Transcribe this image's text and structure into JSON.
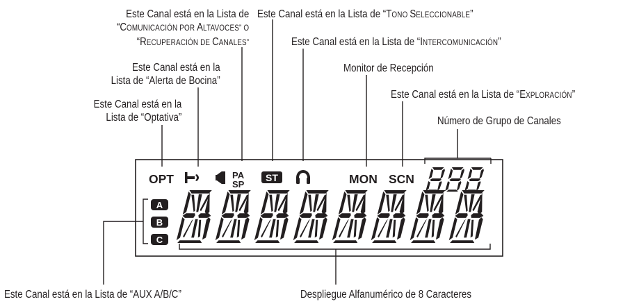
{
  "callouts": {
    "comunicacion": {
      "line1": "Este Canal está en la Lista de",
      "line2a": "“C",
      "line2b": "omunicación por ",
      "line2c": "A",
      "line2d": "ltavoces” o",
      "line3a": "“R",
      "line3b": "ecuperación de ",
      "line3c": "C",
      "line3d": "anales”"
    },
    "tono": {
      "prefix": "Este Canal está en la Lista de “T",
      "sc1": "ono ",
      "mid": "S",
      "sc2": "eleccionable",
      "suffix": "”"
    },
    "intercom": {
      "prefix": "Este Canal está en la Lista de “I",
      "sc1": "ntercomunicación",
      "suffix": "”"
    },
    "bocina": {
      "line1": "Este Canal está en la",
      "line2": "Lista de “Alerta de Bocina”"
    },
    "monitor": {
      "line1": "Monitor de Recepción"
    },
    "exploracion": {
      "prefix": "Este Canal está en la Lista de “E",
      "sc1": "xploración",
      "suffix": "”"
    },
    "optativa": {
      "line1": "Este Canal está en la",
      "line2": "Lista de “Optativa”"
    },
    "grupo": {
      "line1": "Número de Grupo de Canales"
    },
    "aux": {
      "line1": "Este Canal está en la Lista de “AUX A/B/C”"
    },
    "alfanumerico": {
      "line1": "Despliegue Alfanumérico de 8 Caracteres"
    }
  },
  "display": {
    "opt": "OPT",
    "pa": "PA",
    "sp": "SP",
    "st": "ST",
    "mon": "MON",
    "scn": "SCN",
    "group_digits": "888",
    "aux_badges": [
      "A",
      "B",
      "C"
    ],
    "char_count": 8
  },
  "colors": {
    "ink": "#231f20",
    "background": "#ffffff"
  }
}
